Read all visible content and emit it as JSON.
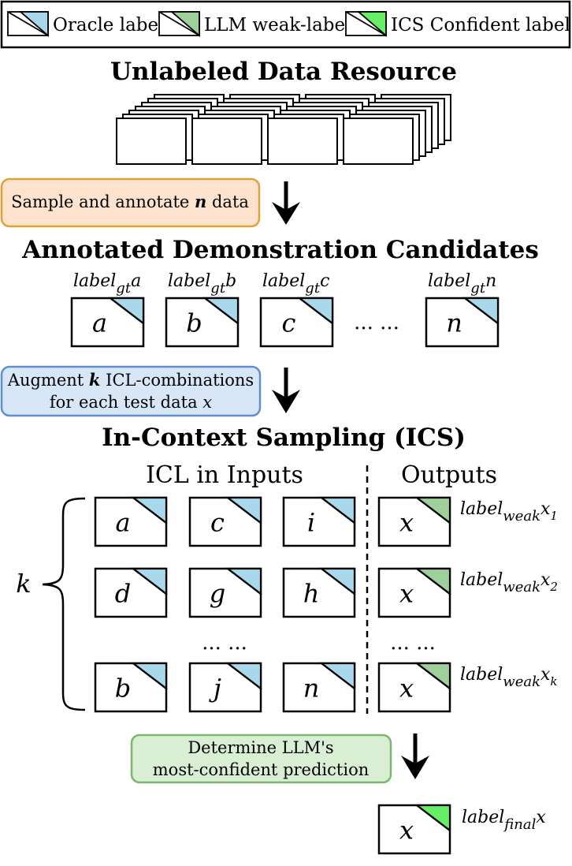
{
  "colors": {
    "oracle": "#a9d8ec",
    "weak": "#9fcf9a",
    "confident": "#66ee66",
    "sample_box_fill": "#fde3cd",
    "sample_box_stroke": "#e1a13a",
    "augment_box_fill": "#d8e7f8",
    "augment_box_stroke": "#5f8fcd",
    "determine_box_fill": "#d9efd4",
    "determine_box_stroke": "#7eb56f"
  },
  "legend": {
    "oracle": "Oracle label",
    "weak": "LLM weak-label",
    "confident": "ICS Confident label"
  },
  "headings": {
    "unlabeled": "Unlabeled Data Resource",
    "annotated": "Annotated Demonstration Candidates",
    "ics": "In-Context Sampling (ICS)",
    "icl_inputs": "ICL in Inputs",
    "outputs": "Outputs"
  },
  "steps": {
    "sample": {
      "pre": "Sample and annotate ",
      "var": "n",
      "post": " data"
    },
    "augment": {
      "pre": "Augment ",
      "var": "k",
      "post": " ICL-combinations",
      "line2_pre": "for each test data ",
      "line2_var": "x"
    },
    "determine": {
      "line1": "Determine LLM's",
      "line2": "most-confident prediction"
    }
  },
  "candidates": [
    {
      "letter": "a",
      "label": "label",
      "sub": "gt",
      "target": "a"
    },
    {
      "letter": "b",
      "label": "label",
      "sub": "gt",
      "target": "b"
    },
    {
      "letter": "c",
      "label": "label",
      "sub": "gt",
      "target": "c"
    },
    {
      "letter": "n",
      "label": "label",
      "sub": "gt",
      "target": "n"
    }
  ],
  "candidate_ellipsis": "... ...",
  "ics_rows": [
    {
      "inputs": [
        "a",
        "c",
        "i"
      ],
      "output": "x",
      "label": "label",
      "sub": "weak",
      "target": "x",
      "target_sub": "1"
    },
    {
      "inputs": [
        "d",
        "g",
        "h"
      ],
      "output": "x",
      "label": "label",
      "sub": "weak",
      "target": "x",
      "target_sub": "2"
    },
    {
      "inputs": [
        "b",
        "j",
        "n"
      ],
      "output": "x",
      "label": "label",
      "sub": "weak",
      "target": "x",
      "target_sub": "k"
    }
  ],
  "row_ellipsis_inputs": "... ...",
  "row_ellipsis_outputs": "... ...",
  "brace_label": "k",
  "final": {
    "letter": "x",
    "label": "label",
    "sub": "final",
    "target": "x"
  }
}
